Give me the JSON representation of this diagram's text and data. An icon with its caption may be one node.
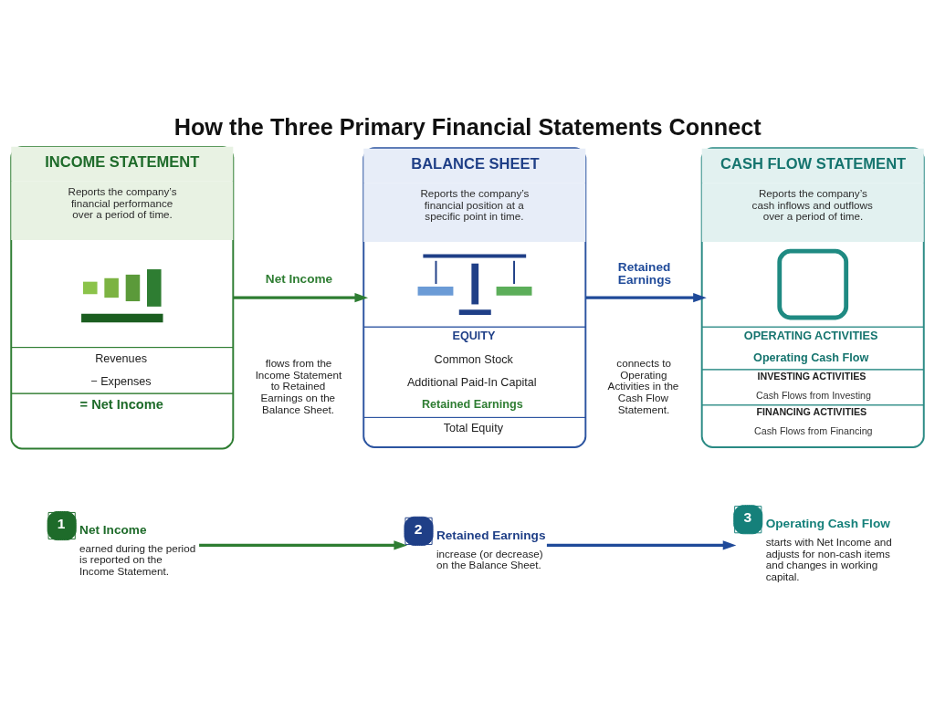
{
  "diagram": {
    "title": "How the Three Primary Financial Statements Connect",
    "nodes": [
      {
        "text": [
          "INCOME STATEMENT",
          "Reports the company’s financial performance over a period of time.",
          "Revenues",
          "− Expenses",
          "= Net Income"
        ]
      },
      {
        "text": [
          "BALANCE SHEET",
          "Reports the company’s financial position at a specific point in time.",
          "EQUITY",
          "Common Stock",
          "Additional Paid-In Capital",
          "Retained Earnings",
          "Total Equity"
        ]
      },
      {
        "text": [
          "CASH FLOW STATEMENT",
          "Reports the company’s cash inflows and outflows over a period of time.",
          "OPERATING ACTIVITIES",
          "Operating Cash Flow",
          "INVESTING ACTIVITIES",
          "Cash Flows from Investing",
          "FINANCING ACTIVITIES",
          "Cash Flows from Financing"
        ]
      },
      {
        "text": [
          "1"
        ],
        "beside": [
          "Net Income",
          "earned during the period is reported on the Income Statement."
        ]
      },
      {
        "text": [
          "2"
        ],
        "beside": [
          "Retained Earnings",
          "increase (or decrease) on the Balance Sheet."
        ]
      },
      {
        "text": [
          "3"
        ],
        "beside": [
          "Operating Cash Flow",
          "starts with Net Income and adjusts for non-cash items and changes in working capital."
        ]
      }
    ],
    "edges": [
      {
        "from": 0,
        "to": 1,
        "arrow": "to",
        "label": "Net Income",
        "color": "#2e7d32"
      },
      {
        "from": 1,
        "to": 2,
        "arrow": "to",
        "label": "Retained Earnings",
        "color": "#1f4a99"
      },
      {
        "from": 3,
        "to": 4,
        "arrow": "to",
        "color": "#2e7d32"
      },
      {
        "from": 4,
        "to": 5,
        "arrow": "to",
        "color": "#1f4a99"
      }
    ],
    "labels": [
      "flows from the Income Statement to Retained Earnings on the Balance Sheet.",
      "connects to Operating Activities in the Cash Flow Statement."
    ]
  }
}
